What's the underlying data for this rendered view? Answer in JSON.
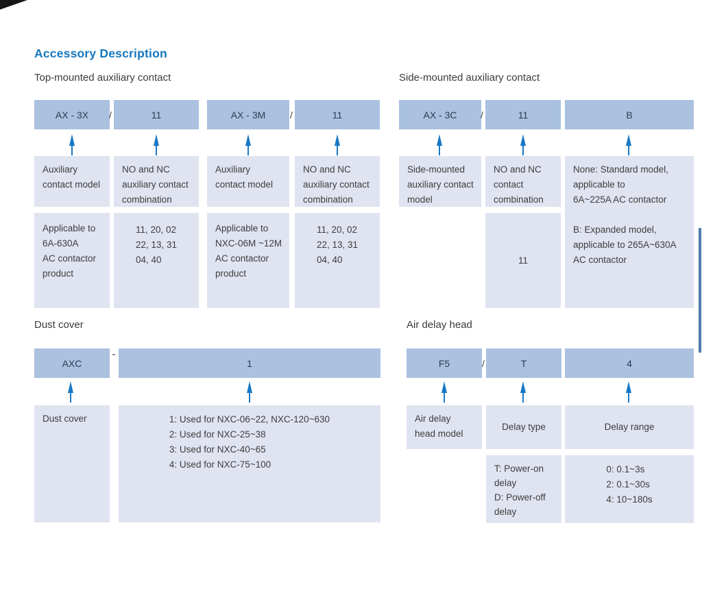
{
  "page": {
    "title": "Accessory Description"
  },
  "colors": {
    "title_blue": "#1577bd",
    "arrow_blue": "#1878c6",
    "code_box_fill": "#aac1e0",
    "desc_box_fill": "#e0e4f1",
    "edge_line": "#4c7dae"
  },
  "icons": {
    "arrow": "up-arrow"
  },
  "sections": {
    "top_mounted": {
      "label": "Top-mounted auxiliary contact",
      "codes": {
        "c1": "AX - 3X",
        "sep1": "/",
        "c2": "11",
        "c3": "AX - 3M",
        "sep2": "/",
        "c4": "11"
      },
      "row1": {
        "b1": "Auxiliary\ncontact  model",
        "b2": "NO and NC\nauxiliary contact\ncombination",
        "b3": "Auxiliary\ncontact model",
        "b4": "NO and NC\nauxiliary contact\ncombination"
      },
      "row2": {
        "b1": "Applicable to\n6A-630A\nAC contactor\nproduct",
        "b2": "11, 20, 02\n22, 13, 31\n04, 40",
        "b3": "Applicable to\nNXC-06M ~12M\nAC contactor\nproduct",
        "b4": "11, 20, 02\n22, 13, 31\n04, 40"
      }
    },
    "side_mounted": {
      "label": "Side-mounted auxiliary contact",
      "codes": {
        "c1": "AX - 3C",
        "sep1": "/",
        "c2": "11",
        "c3": "B"
      },
      "row1": {
        "b1": "Side-mounted\nauxiliary contact\nmodel",
        "b2": "NO and NC\ncontact\ncombination"
      },
      "tall_box": "None: Standard model,\napplicable to\n6A~225A AC contactor\n\nB: Expanded model,\napplicable to 265A~630A\nAC contactor",
      "row2": {
        "b2": "11"
      }
    },
    "dust_cover": {
      "label": "Dust cover",
      "codes": {
        "c1": "AXC",
        "sep1": "-",
        "c2": "1"
      },
      "row1": {
        "b1": "Dust cover",
        "b2": "1: Used for NXC-06~22, NXC-120~630\n2: Used for NXC-25~38\n3: Used for NXC-40~65\n4: Used for NXC-75~100"
      }
    },
    "air_delay": {
      "label": "Air delay head",
      "codes": {
        "c1": "F5",
        "sep1": "/",
        "c2": "T",
        "c3": "4"
      },
      "row1": {
        "b1": "Air delay\nhead model",
        "b2": "Delay type",
        "b3": "Delay range"
      },
      "row2": {
        "b2": "T: Power-on\ndelay\nD: Power-off\ndelay",
        "b3": "0: 0.1~3s\n2: 0.1~30s\n4: 10~180s"
      }
    }
  }
}
